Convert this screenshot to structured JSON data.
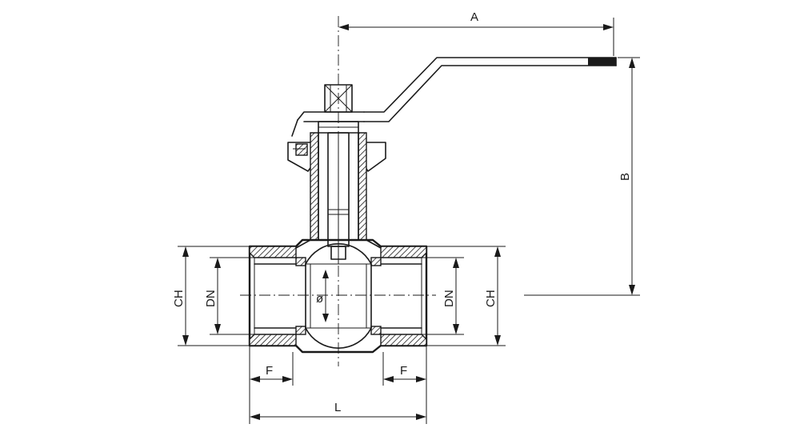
{
  "dimensions": {
    "A": "A",
    "B": "B",
    "CH_left": "CH",
    "DN_left": "DN",
    "DN_right": "DN",
    "CH_right": "CH",
    "F_left": "F",
    "F_right": "F",
    "L": "L",
    "phi": "ø"
  },
  "colors": {
    "ink": "#1a1a1a",
    "paper": "#ffffff"
  }
}
